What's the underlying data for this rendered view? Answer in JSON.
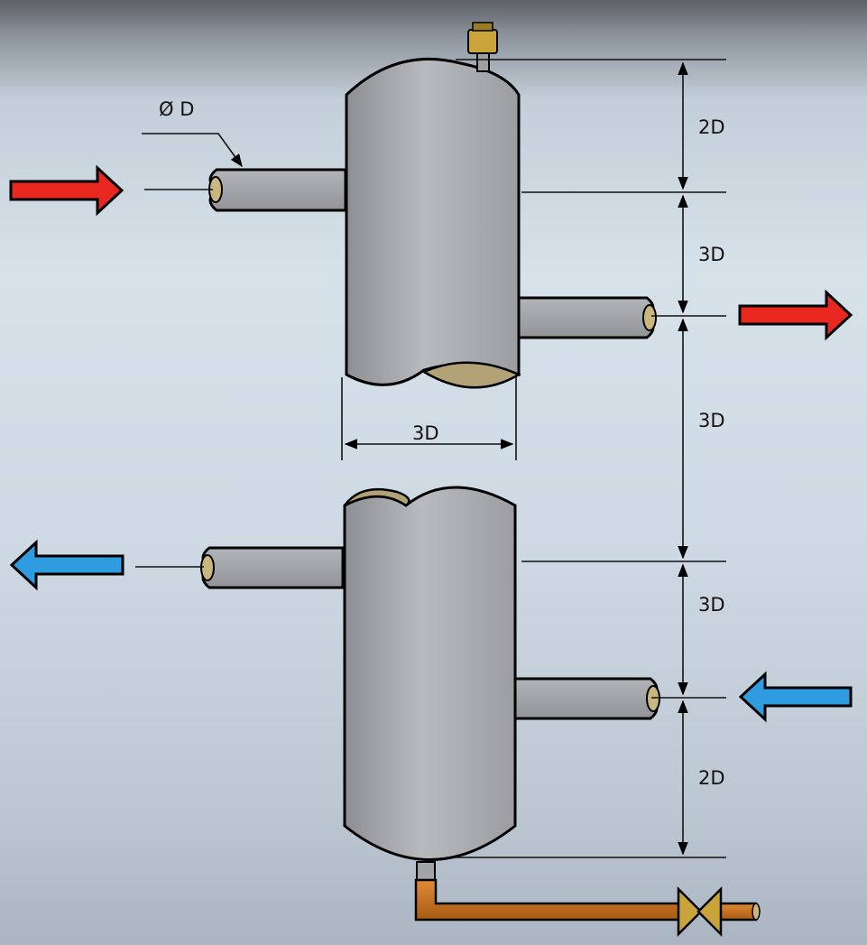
{
  "diagram": {
    "labels": {
      "pipe_diameter": "Ø D",
      "dim_top_2d": "2D",
      "dim_upper_3d": "3D",
      "dim_middle_3d": "3D",
      "dim_lower_3d": "3D",
      "dim_bottom_2d": "2D",
      "vessel_width": "3D"
    },
    "colors": {
      "hot_arrow": "#e8281f",
      "cold_arrow": "#2f9be0",
      "vessel_fill": "#a9aaad",
      "cut_section": "#b3a275",
      "drain_pipe": "#c4731f",
      "valve": "#c8a43a"
    },
    "icons": {
      "flow_in_hot": "arrow-right",
      "flow_out_hot": "arrow-right",
      "flow_out_cold": "arrow-left",
      "flow_in_cold": "arrow-left"
    }
  }
}
